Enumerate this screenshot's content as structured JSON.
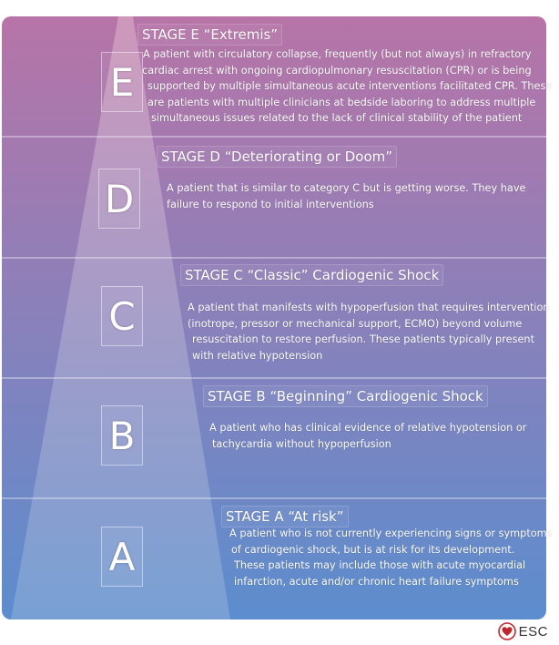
{
  "colors": {
    "top": "#b774a7",
    "bottom": "#5c8dce",
    "pyramid": "#d7a2c1",
    "divider": "#ffffff",
    "logo_red": "#c0282f"
  },
  "stages": [
    {
      "letter": "E",
      "title": "STAGE E “Extremis”",
      "lines": [
        "A patient with circulatory collapse, frequently (but not always) in refractory",
        "cardiac arrest with ongoing cardiopulmonary resuscitation (CPR) or is being",
        "supported by multiple simultaneous acute interventions facilitated CPR. These",
        "are patients with multiple clinicians at bedside laboring to address multiple",
        "simultaneous issues related to the lack of clinical stability of the patient"
      ]
    },
    {
      "letter": "D",
      "title": "STAGE D “Deteriorating or Doom”",
      "lines": [
        "A patient that is similar to category C but is getting worse. They have",
        "failure to respond to initial interventions"
      ]
    },
    {
      "letter": "C",
      "title": "STAGE C “Classic” Cardiogenic Shock",
      "lines": [
        "A patient that manifests with hypoperfusion that requires intervention",
        "(inotrope, pressor or mechanical support, ECMO) beyond volume",
        "resuscitation to restore perfusion. These patients typically present",
        "with relative hypotension"
      ]
    },
    {
      "letter": "B",
      "title": "STAGE B “Beginning” Cardiogenic Shock",
      "lines": [
        "A patient who has clinical evidence of relative hypotension or",
        "tachycardia without hypoperfusion"
      ]
    },
    {
      "letter": "A",
      "title": "STAGE A “At risk”",
      "lines": [
        "A patient who is not currently experiencing signs or symptoms",
        "of cardiogenic shock, but is at risk for its development.",
        "These patients may include those with acute myocardial",
        "infarction, acute and/or chronic heart failure symptoms"
      ]
    }
  ],
  "logo": {
    "text": "ESC",
    "icon": "heart-icon"
  }
}
